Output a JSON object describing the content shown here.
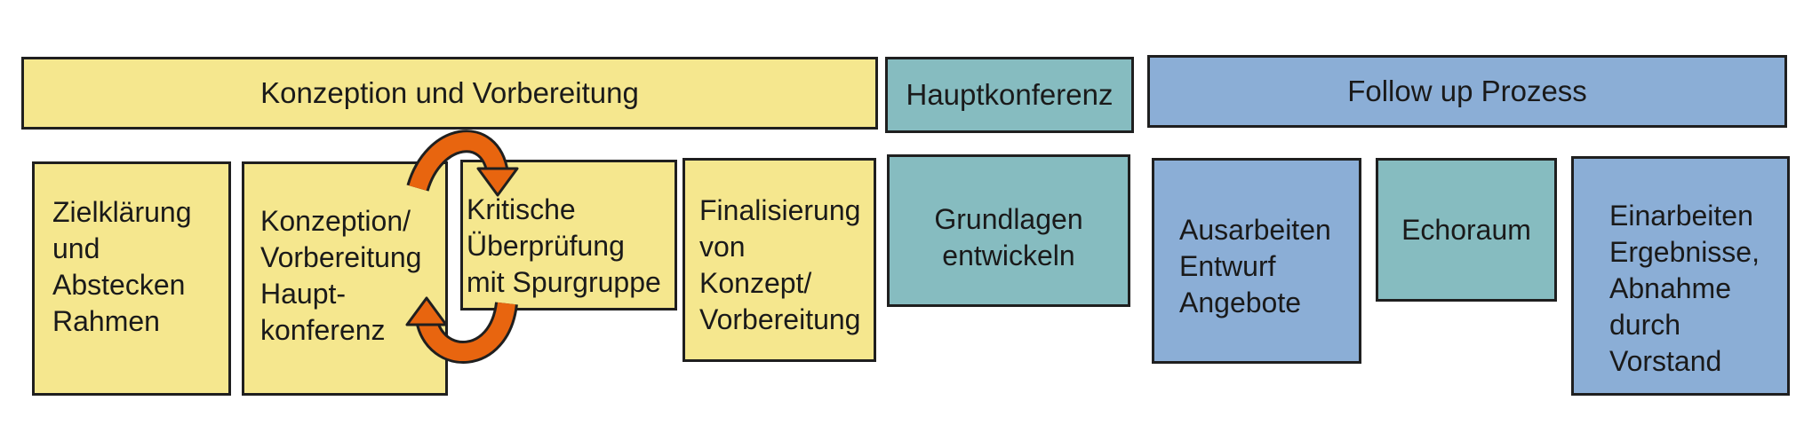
{
  "colors": {
    "yellow": "#f5e78e",
    "teal": "#86bcc0",
    "blue": "#8baed6",
    "arrow": "#e8650f",
    "border": "#1f1f1f"
  },
  "headers": {
    "konzeption": "Konzeption und Vorbereitung",
    "hauptkonferenz": "Hauptkonferenz",
    "followup": "Follow up Prozess"
  },
  "cards": {
    "zielklaerung": "Zielklärung\nund\nAbstecken\nRahmen",
    "konzeption": "Konzeption/\nVorbereitung\nHaupt-\nkonferenz",
    "kritische": "Kritische\nÜberprüfung\nmit Spurgruppe",
    "finalisierung": "Finalisierung\nvon\nKonzept/\nVorbereitung",
    "grundlagen": "Grundlagen\nentwickeln",
    "ausarbeiten": "Ausarbeiten\nEntwurf\nAngebote",
    "echoraum": "Echoraum",
    "einarbeiten": "Einarbeiten\nErgebnisse,\nAbnahme\ndurch\nVorstand"
  },
  "arrows": [
    {
      "from": "konzeption",
      "to": "kritische",
      "icon": "curved-arrow-icon"
    },
    {
      "from": "kritische",
      "to": "konzeption",
      "icon": "curved-arrow-icon"
    }
  ]
}
